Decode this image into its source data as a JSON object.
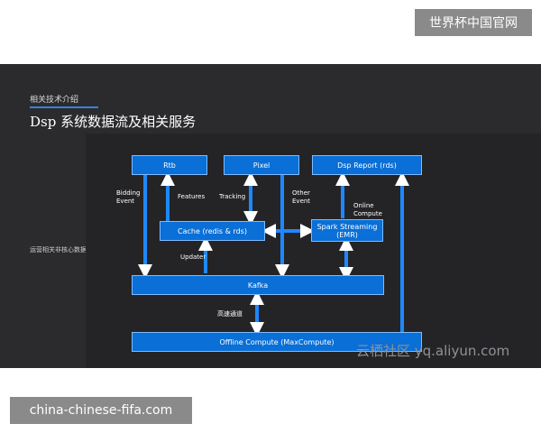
{
  "site_badge": "世界杯中国官网",
  "site_url": "china-chinese-fifa.com",
  "slide": {
    "subtitle": "相关技术介绍",
    "title": "Dsp 系统数据流及相关服务",
    "side_note": "运营相关非核心数据使用神策"
  },
  "diagram": {
    "nodes": {
      "rtb": "Rtb",
      "pixel": "Pixel",
      "dsp_report": "Dsp Report (rds)",
      "cache": "Cache (redis & rds)",
      "spark_line1": "Spark Streaming",
      "spark_line2": "(EMR)",
      "kafka": "Kafka",
      "offline": "Offline Compute (MaxCompute)"
    },
    "edge_labels": {
      "bidding_1": "Bidding",
      "bidding_2": "Event",
      "features": "Features",
      "tracking": "Tracking",
      "other_1": "Other",
      "other_2": "Event",
      "online_1": "Online",
      "online_2": "Compute",
      "updater": "Updater",
      "high_speed": "高速通道"
    },
    "colors": {
      "box": "#0a6fd6",
      "border": "#7fbaff",
      "arrow": "#1e88ff"
    }
  },
  "watermark": "云栖社区 yq.aliyun.com"
}
